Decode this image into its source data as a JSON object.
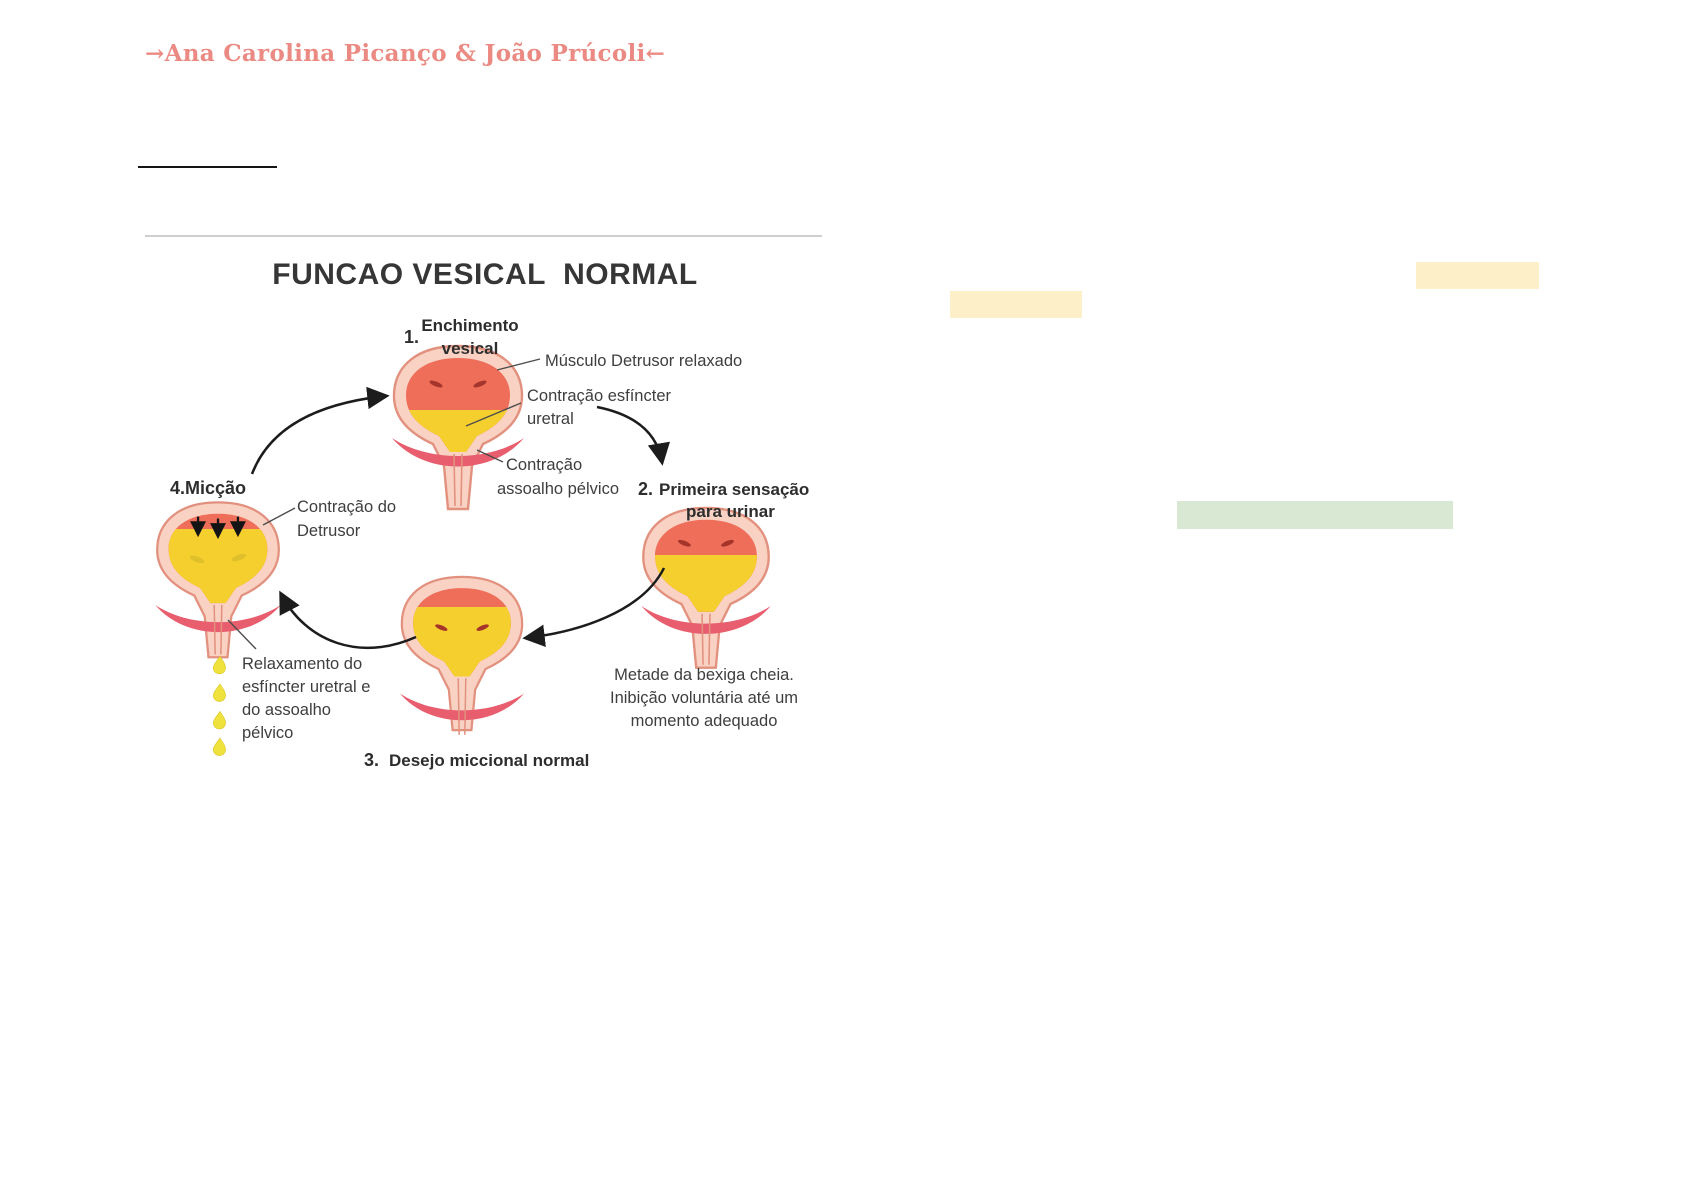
{
  "header": {
    "title": "→Ana Carolina Picanço & João Prúcoli←",
    "color": "#eb8a83"
  },
  "figure": {
    "title": "FUNCAO VESICAL  NORMAL",
    "stage1": {
      "num": "1.",
      "line1": "Enchimento",
      "line2": "vesical"
    },
    "stage2": {
      "num": "2.",
      "line1": "Primeira sensação",
      "line2": "para urinar"
    },
    "stage3": {
      "num": "3.",
      "label": "Desejo miccional normal"
    },
    "stage4": {
      "label": "4.Micção"
    },
    "annotations": {
      "detrusor_relaxado": "Músculo Detrusor relaxado",
      "esfincter_l1": "Contração esfíncter",
      "esfincter_l2": "uretral",
      "assoalho_l1": "Contração",
      "assoalho_l2": "assoalho pélvico",
      "contr_detrusor_l1": "Contração do",
      "contr_detrusor_l2": "Detrusor",
      "relax_l1": "Relaxamento do",
      "relax_l2": "esfíncter uretral e",
      "relax_l3": "do assoalho",
      "relax_l4": "pélvico",
      "metade_l1": "Metade da bexiga cheia.",
      "metade_l2": "Inibição voluntária até um",
      "metade_l3": "momento adequado"
    },
    "colors": {
      "bladder_wall": "#f9d2c4",
      "bladder_wall_stroke": "#e2917e",
      "detrusor_red": "#ee6e5a",
      "urine_yellow": "#f5cf2d",
      "pelvic_band": "#e85e6e",
      "arrows": "#1c1c1c"
    }
  },
  "highlights": {
    "yellow_mark_1": "#fdefc8",
    "yellow_mark_2": "#fdefc8",
    "green_mark": "#d9e8d2"
  }
}
